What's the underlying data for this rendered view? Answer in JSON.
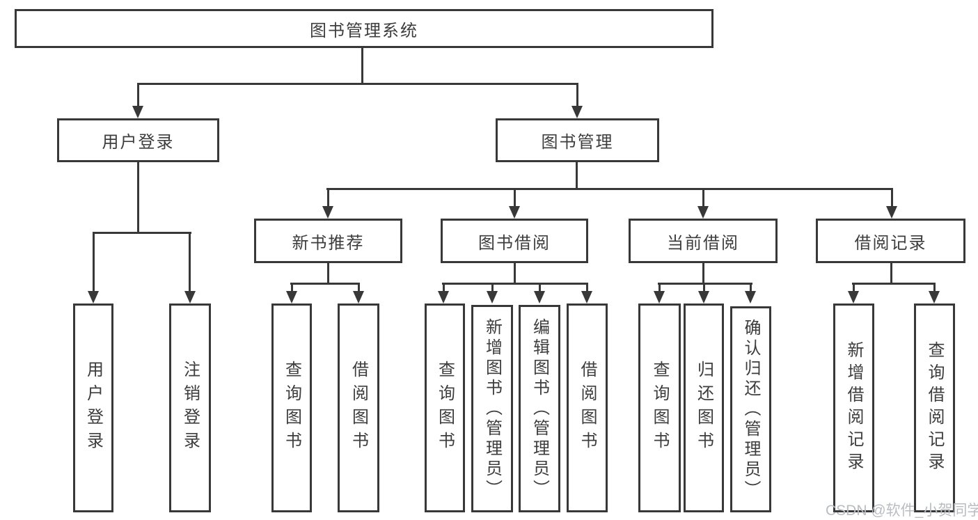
{
  "diagram_type": "hierarchy-tree",
  "tree": {
    "label": "图书管理系统",
    "children": [
      {
        "label": "用户登录",
        "children": [
          {
            "label": "用户登录"
          },
          {
            "label": "注销登录"
          }
        ]
      },
      {
        "label": "图书管理",
        "children": [
          {
            "label": "新书推荐",
            "children": [
              {
                "label": "查询图书"
              },
              {
                "label": "借阅图书"
              }
            ]
          },
          {
            "label": "图书借阅",
            "children": [
              {
                "label": "查询图书"
              },
              {
                "label": "新增图书（管理员）"
              },
              {
                "label": "编辑图书（管理员）"
              },
              {
                "label": "借阅图书"
              }
            ]
          },
          {
            "label": "当前借阅",
            "children": [
              {
                "label": "查询图书"
              },
              {
                "label": "归还图书"
              },
              {
                "label": "确认归还（管理员）"
              }
            ]
          },
          {
            "label": "借阅记录",
            "children": [
              {
                "label": "新增借阅记录"
              },
              {
                "label": "查询借阅记录"
              }
            ]
          }
        ]
      }
    ]
  },
  "watermark": "CSDN @软件_小贺同学",
  "colors": {
    "line": "#383838",
    "text": "#3d3d3d",
    "watermark": "#b9bdc2",
    "background": "#ffffff"
  }
}
